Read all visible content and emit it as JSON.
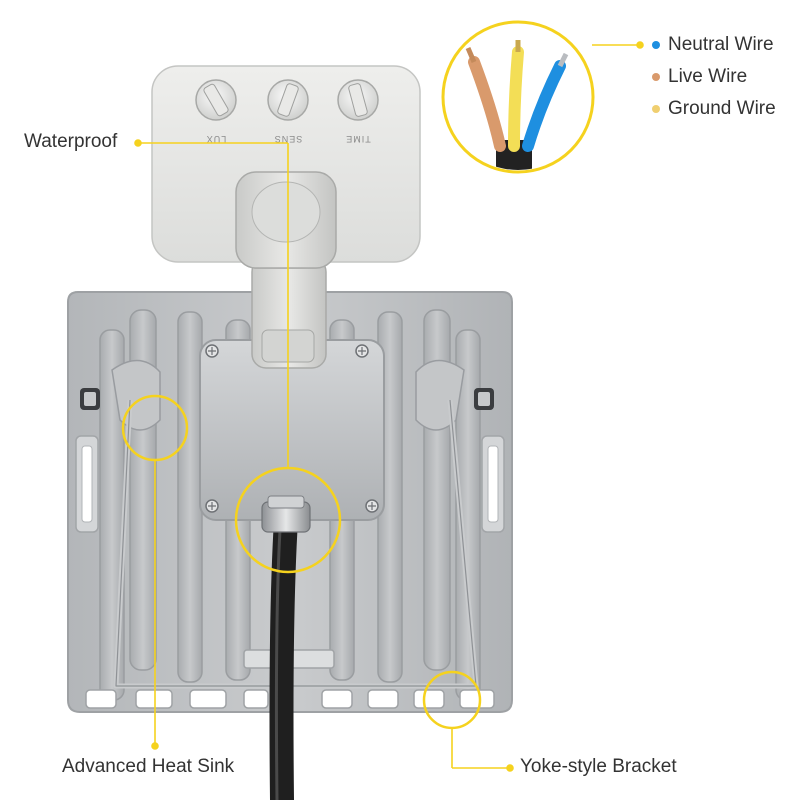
{
  "colors": {
    "accent_yellow": "#f5d21e",
    "housing_gray": "#bfc1c3",
    "housing_dark": "#9fa2a5",
    "sensor_white": "#e4e5e3",
    "cable_black": "#2a2a2a",
    "neutral_blue": "#1e8fe0",
    "live_copper": "#d99a6c",
    "ground_yellow": "#f0cf70"
  },
  "legend": [
    {
      "label": "Neutral Wire",
      "color": "#1e8fe0"
    },
    {
      "label": "Live Wire",
      "color": "#d99a6c"
    },
    {
      "label": "Ground Wire",
      "color": "#f0cf70"
    }
  ],
  "callouts": {
    "waterproof": "Waterproof",
    "heat_sink": "Advanced Heat Sink",
    "bracket": "Yoke-style Bracket"
  },
  "sensor_knobs": [
    "LUX",
    "SENS",
    "TIME"
  ]
}
